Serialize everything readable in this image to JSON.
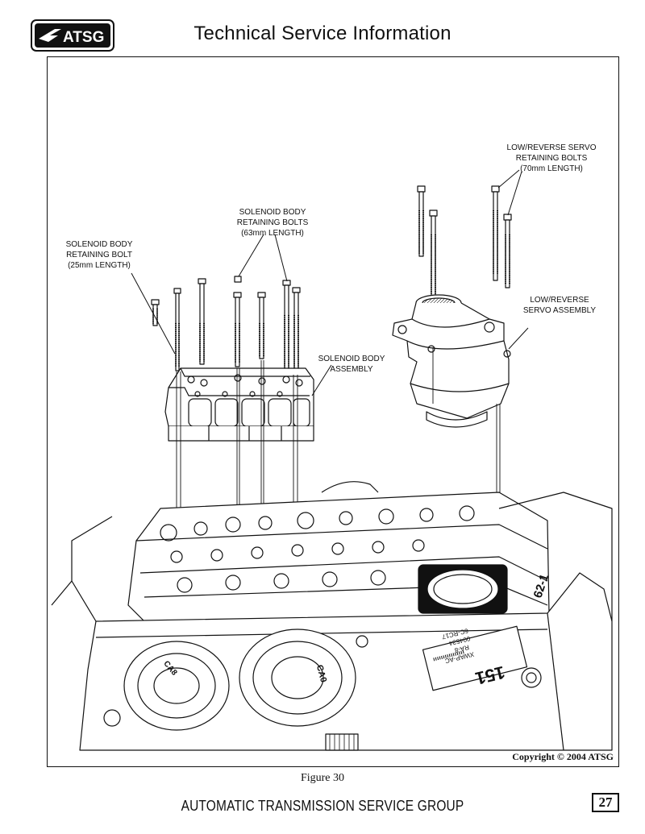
{
  "header": {
    "logo_text": "ATSG",
    "title": "Technical Service Information"
  },
  "figure": {
    "labels": {
      "low_reverse_bolts": "LOW/REVERSE SERVO\nRETAINING BOLTS\n(70mm LENGTH)",
      "solenoid_bolts_63": "SOLENOID BODY\nRETAINING BOLTS\n(63mm LENGTH)",
      "solenoid_bolt_25": "SOLENOID BODY\nRETAINING BOLT\n(25mm LENGTH)",
      "low_reverse_servo": "LOW/REVERSE\nSERVO ASSEMBLY",
      "solenoid_assembly": "SOLENOID BODY\nASSEMBLY"
    },
    "part_stamps": {
      "case_number": "62-1",
      "tag_number": "151",
      "tag_line1": "XWAP-AC",
      "tag_line2": "RA-8",
      "tag_line3": "004534",
      "tag_line4": "6C-RC17",
      "filter_left": "CA8",
      "filter_right": "CA0"
    },
    "copyright": "Copyright © 2004 ATSG",
    "caption": "Figure 30"
  },
  "footer": {
    "org_name": "AUTOMATIC TRANSMISSION SERVICE GROUP",
    "page_number": "27"
  },
  "colors": {
    "ink": "#111111",
    "paper": "#ffffff"
  }
}
